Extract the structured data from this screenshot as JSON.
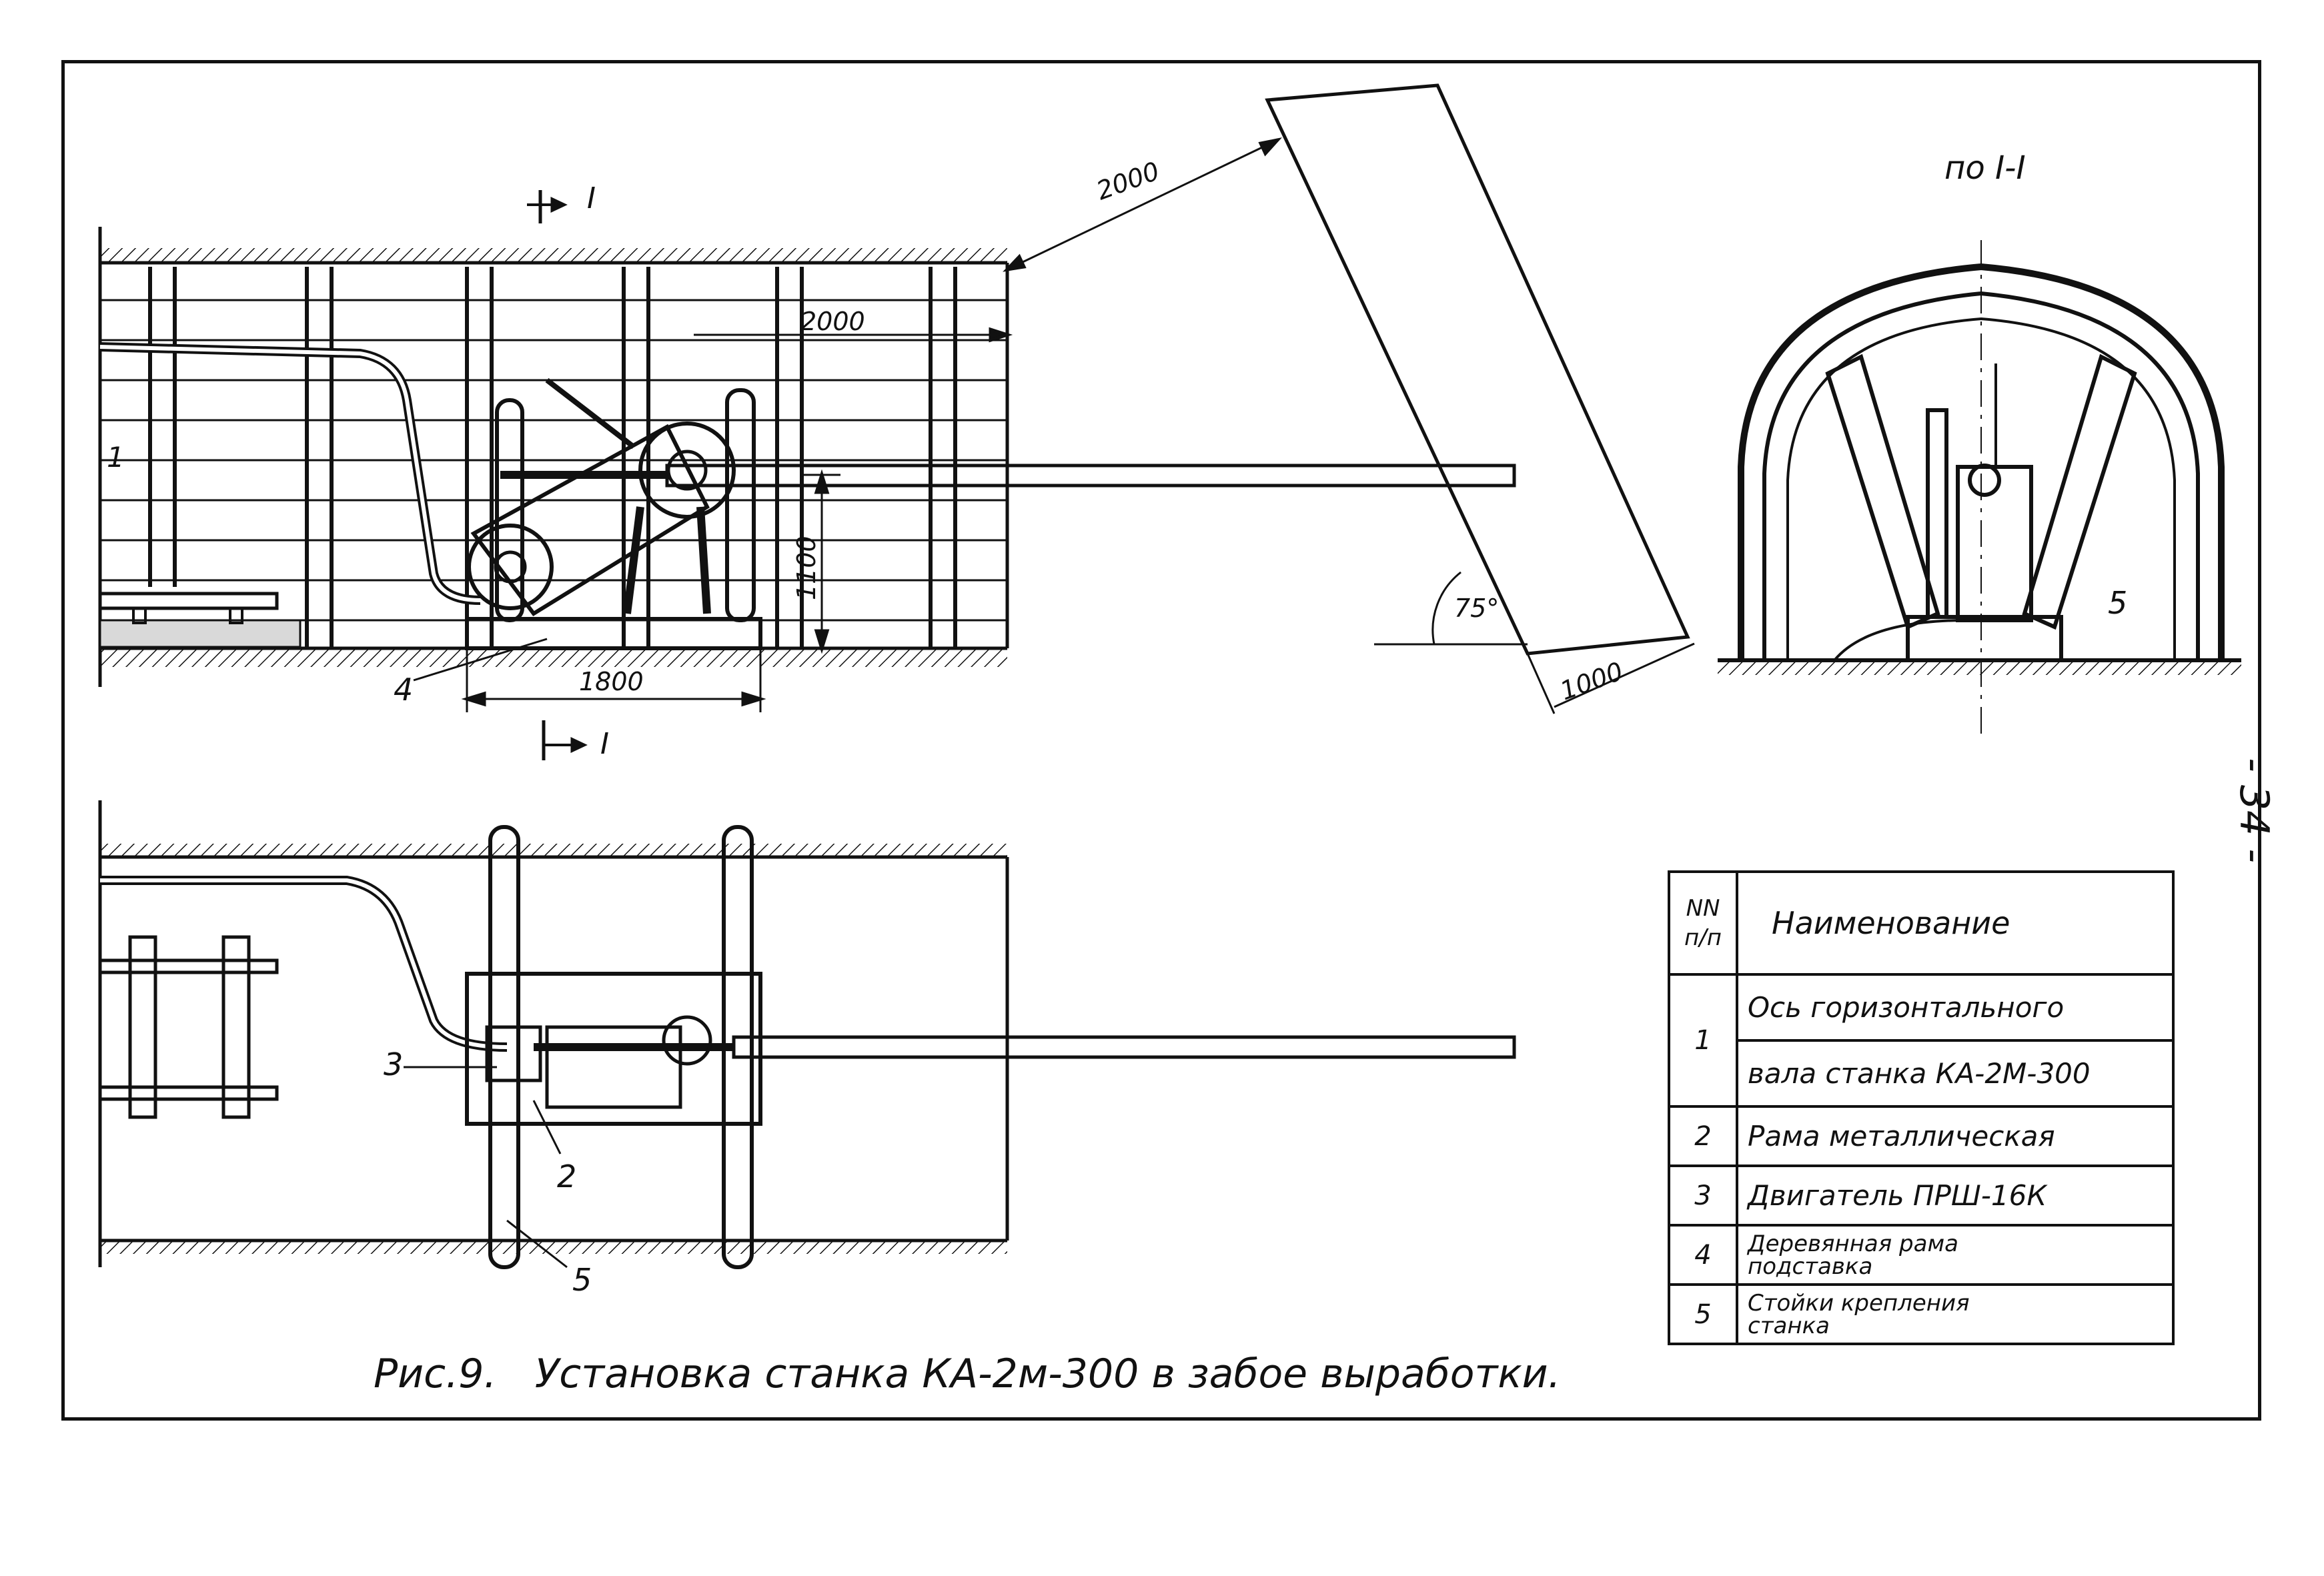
{
  "caption": {
    "figure": "Рис.9.",
    "text": "Установка станка КА-2м-300 в забое выработки."
  },
  "page_number": "- 34 -",
  "section_label": "по I-I",
  "section_marks": {
    "top": "I",
    "bottom": "I"
  },
  "dimensions": {
    "diagonal": "2000",
    "horizontal": "2000",
    "height": "1100",
    "base": "1800",
    "angle": "75°",
    "face_width": "1000"
  },
  "callouts": {
    "c1": "1",
    "c2": "2",
    "c3": "3",
    "c4": "4",
    "c5_plan": "5",
    "c5_section": "5"
  },
  "spec_table": {
    "header_num": "NN п/п",
    "header_name": "Наименование",
    "rows": [
      {
        "num": "1",
        "name_line1": "Ось горизонтального",
        "name_line2": "вала станка КА-2М-300"
      },
      {
        "num": "2",
        "name": "Рама металлическая"
      },
      {
        "num": "3",
        "name": "Двигатель ПРШ-16К"
      },
      {
        "num": "4",
        "name_line1": "Деревянная рама",
        "name_line2": "подставка"
      },
      {
        "num": "5",
        "name_line1": "Стойки крепления",
        "name_line2": "станка"
      }
    ]
  }
}
